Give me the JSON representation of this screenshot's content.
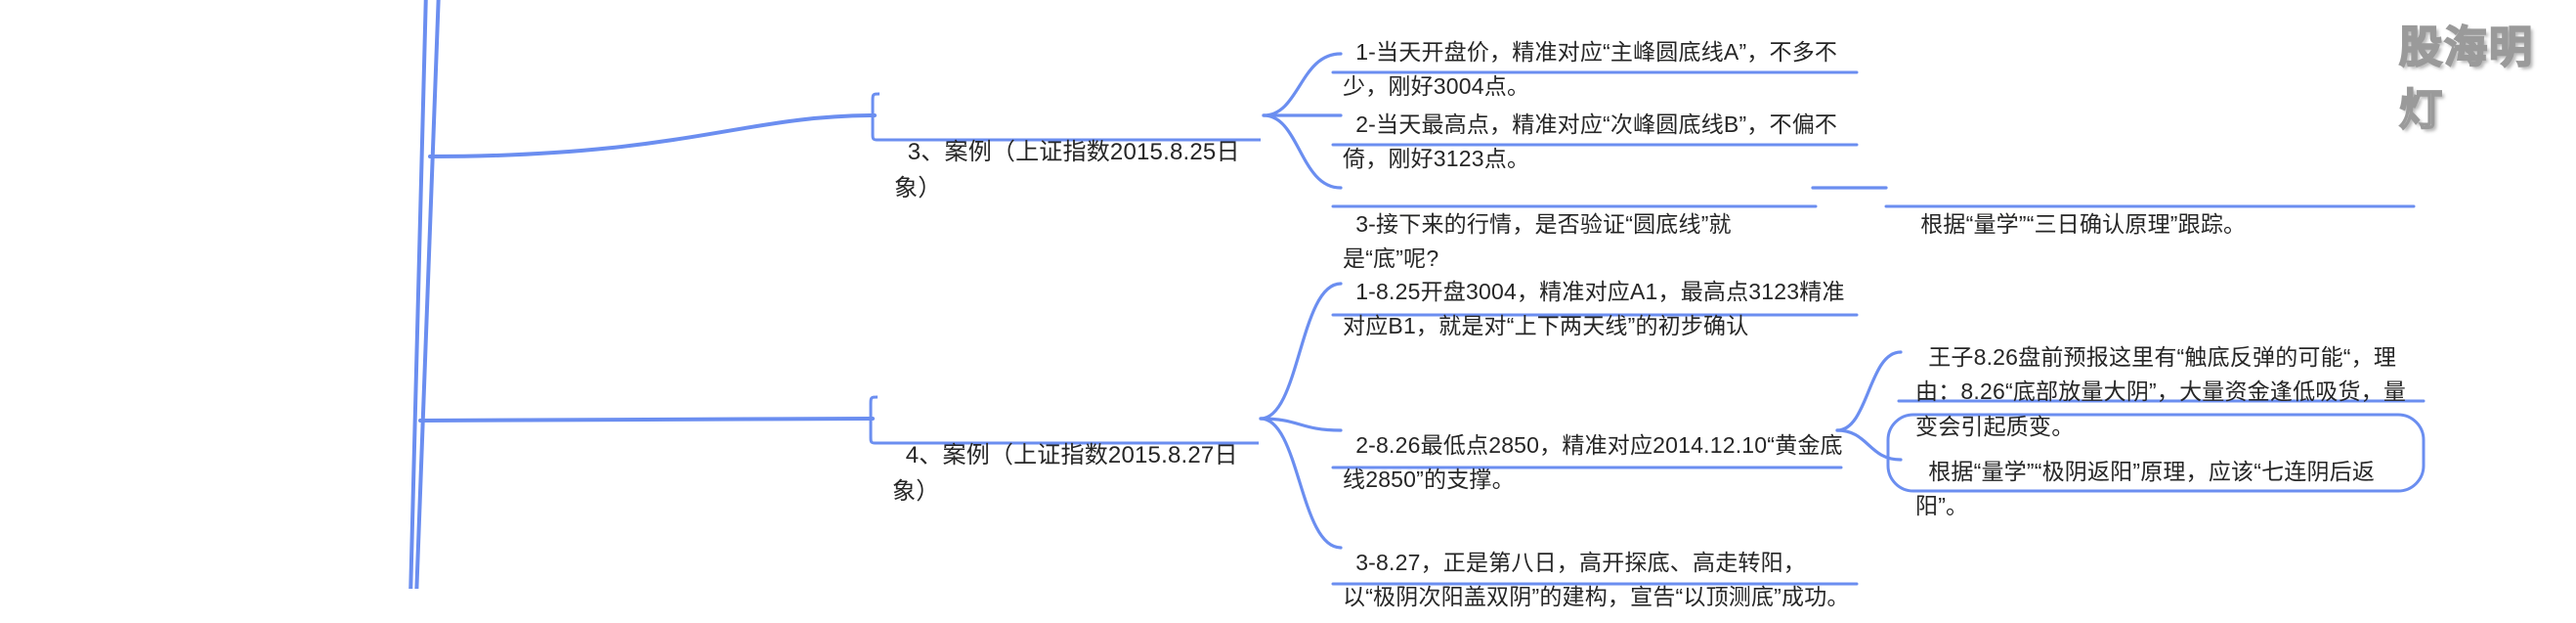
{
  "document": {
    "type": "mindmap",
    "watermark": "股海明灯",
    "line_color": "#6b8ef0",
    "text_color": "#262626",
    "background": "#ffffff"
  },
  "branches": [
    {
      "id": "case3",
      "label": "3、案例（上证指数2015.8.25日象）",
      "children": [
        {
          "id": "case3-1",
          "label": "1-当天开盘价，精准对应“主峰圆底线A”，不多不少，刚好3004点。",
          "children": []
        },
        {
          "id": "case3-2",
          "label": "2-当天最高点，精准对应“次峰圆底线B”，不偏不倚，刚好3123点。",
          "children": []
        },
        {
          "id": "case3-3",
          "label": "3-接下来的行情，是否验证“圆底线”就是“底”呢?",
          "children": [
            {
              "id": "case3-3-1",
              "label": "根据“量学”“三日确认原理”跟踪。"
            }
          ]
        }
      ]
    },
    {
      "id": "case4",
      "label": "4、案例（上证指数2015.8.27日象）",
      "children": [
        {
          "id": "case4-1",
          "label": "1-8.25开盘3004，精准对应A1，最高点3123精准对应B1，就是对“上下两天线”的初步确认",
          "children": []
        },
        {
          "id": "case4-2",
          "label": "2-8.26最低点2850，精准对应2014.12.10“黄金底线2850”的支撑。",
          "children": [
            {
              "id": "case4-2-1",
              "label": "王子8.26盘前预报这里有“触底反弹的可能“，理由：8.26“底部放量大阴”，大量资金逢低吸货，量变会引起质变。"
            },
            {
              "id": "case4-2-2",
              "label": "根据“量学”“极阴返阳”原理，应该“七连阴后返阳”。"
            }
          ]
        },
        {
          "id": "case4-3",
          "label": "3-8.27，正是第八日，高开探底、高走转阳，以“极阴次阳盖双阴”的建构，宣告“以顶测底”成功。",
          "children": []
        }
      ]
    }
  ]
}
